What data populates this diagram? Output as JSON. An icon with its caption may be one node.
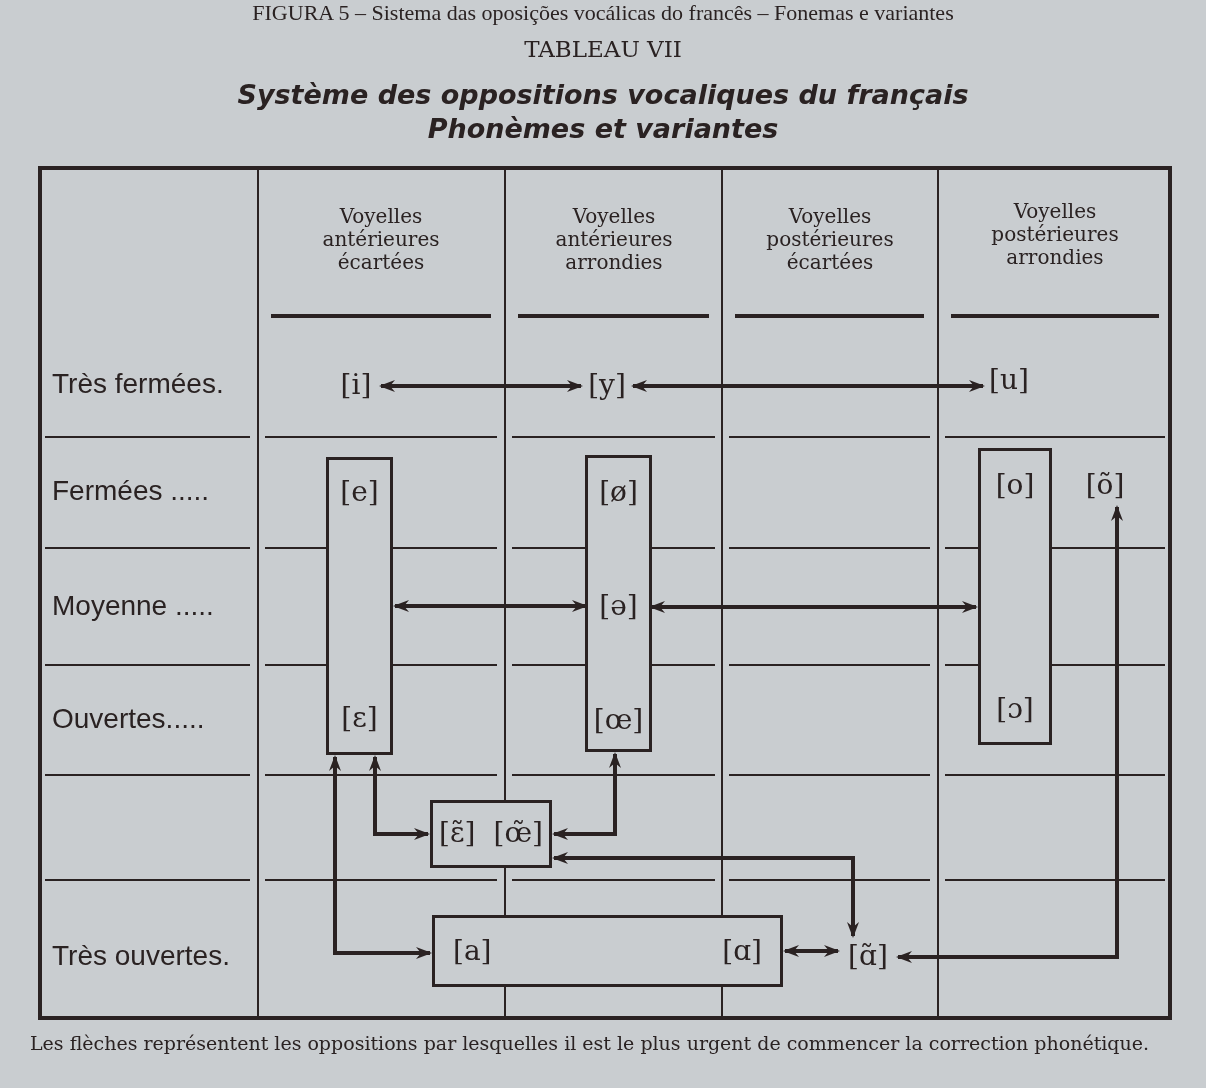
{
  "diagram": {
    "title": "TABLEAU VII",
    "caption": "Les flèches représentent les oppositions par lesquelles il est le plus urgent de commencer la correction phonétique.",
    "nodes": [
      {
        "text": [
          "[i]"
        ]
      },
      {
        "text": [
          "[y]"
        ]
      },
      {
        "text": [
          "[u]"
        ]
      },
      {
        "text": [
          "[e]",
          "[ɛ]"
        ]
      },
      {
        "text": [
          "[ø]",
          "[œ]"
        ]
      },
      {
        "text": [
          "[ə]"
        ],
        "in": 4
      },
      {
        "text": [
          "[o]",
          "[ɔ]"
        ]
      },
      {
        "text": [
          "[õ]"
        ]
      },
      {
        "text": [
          "[ɛ̃]",
          "[œ̃]"
        ]
      },
      {
        "text": [
          "[a]",
          "[ɑ]"
        ]
      },
      {
        "text": [
          "[ɑ̃]"
        ]
      }
    ],
    "edges": [
      {
        "from": 0,
        "to": 1,
        "arrow": "both"
      },
      {
        "from": 1,
        "to": 2,
        "arrow": "both"
      },
      {
        "from": 3,
        "to": 5,
        "arrow": "both"
      },
      {
        "from": 5,
        "to": 6,
        "arrow": "both"
      },
      {
        "from": 3,
        "to": 8,
        "arrow": "both"
      },
      {
        "from": 4,
        "to": 8,
        "arrow": "both"
      },
      {
        "from": 3,
        "to": 9,
        "arrow": "both"
      },
      {
        "from": 8,
        "to": 10,
        "arrow": "both"
      },
      {
        "from": 9,
        "to": 10,
        "arrow": "both"
      },
      {
        "from": 10,
        "to": 7,
        "arrow": "both"
      }
    ],
    "labels": [
      "FIGURA 5 – Sistema das oposições vocálicas do francês – Fonemas e variantes",
      "Système des oppositions vocaliques du français Phonèmes et variantes",
      "Voyelles antérieures écartées",
      "Voyelles antérieures arrondies",
      "Voyelles postérieures écartées",
      "Voyelles postérieures arrondies",
      "Très fermées.",
      "Fermées .....",
      "Moyenne .....",
      "Ouvertes.....",
      "Très ouvertes."
    ]
  }
}
